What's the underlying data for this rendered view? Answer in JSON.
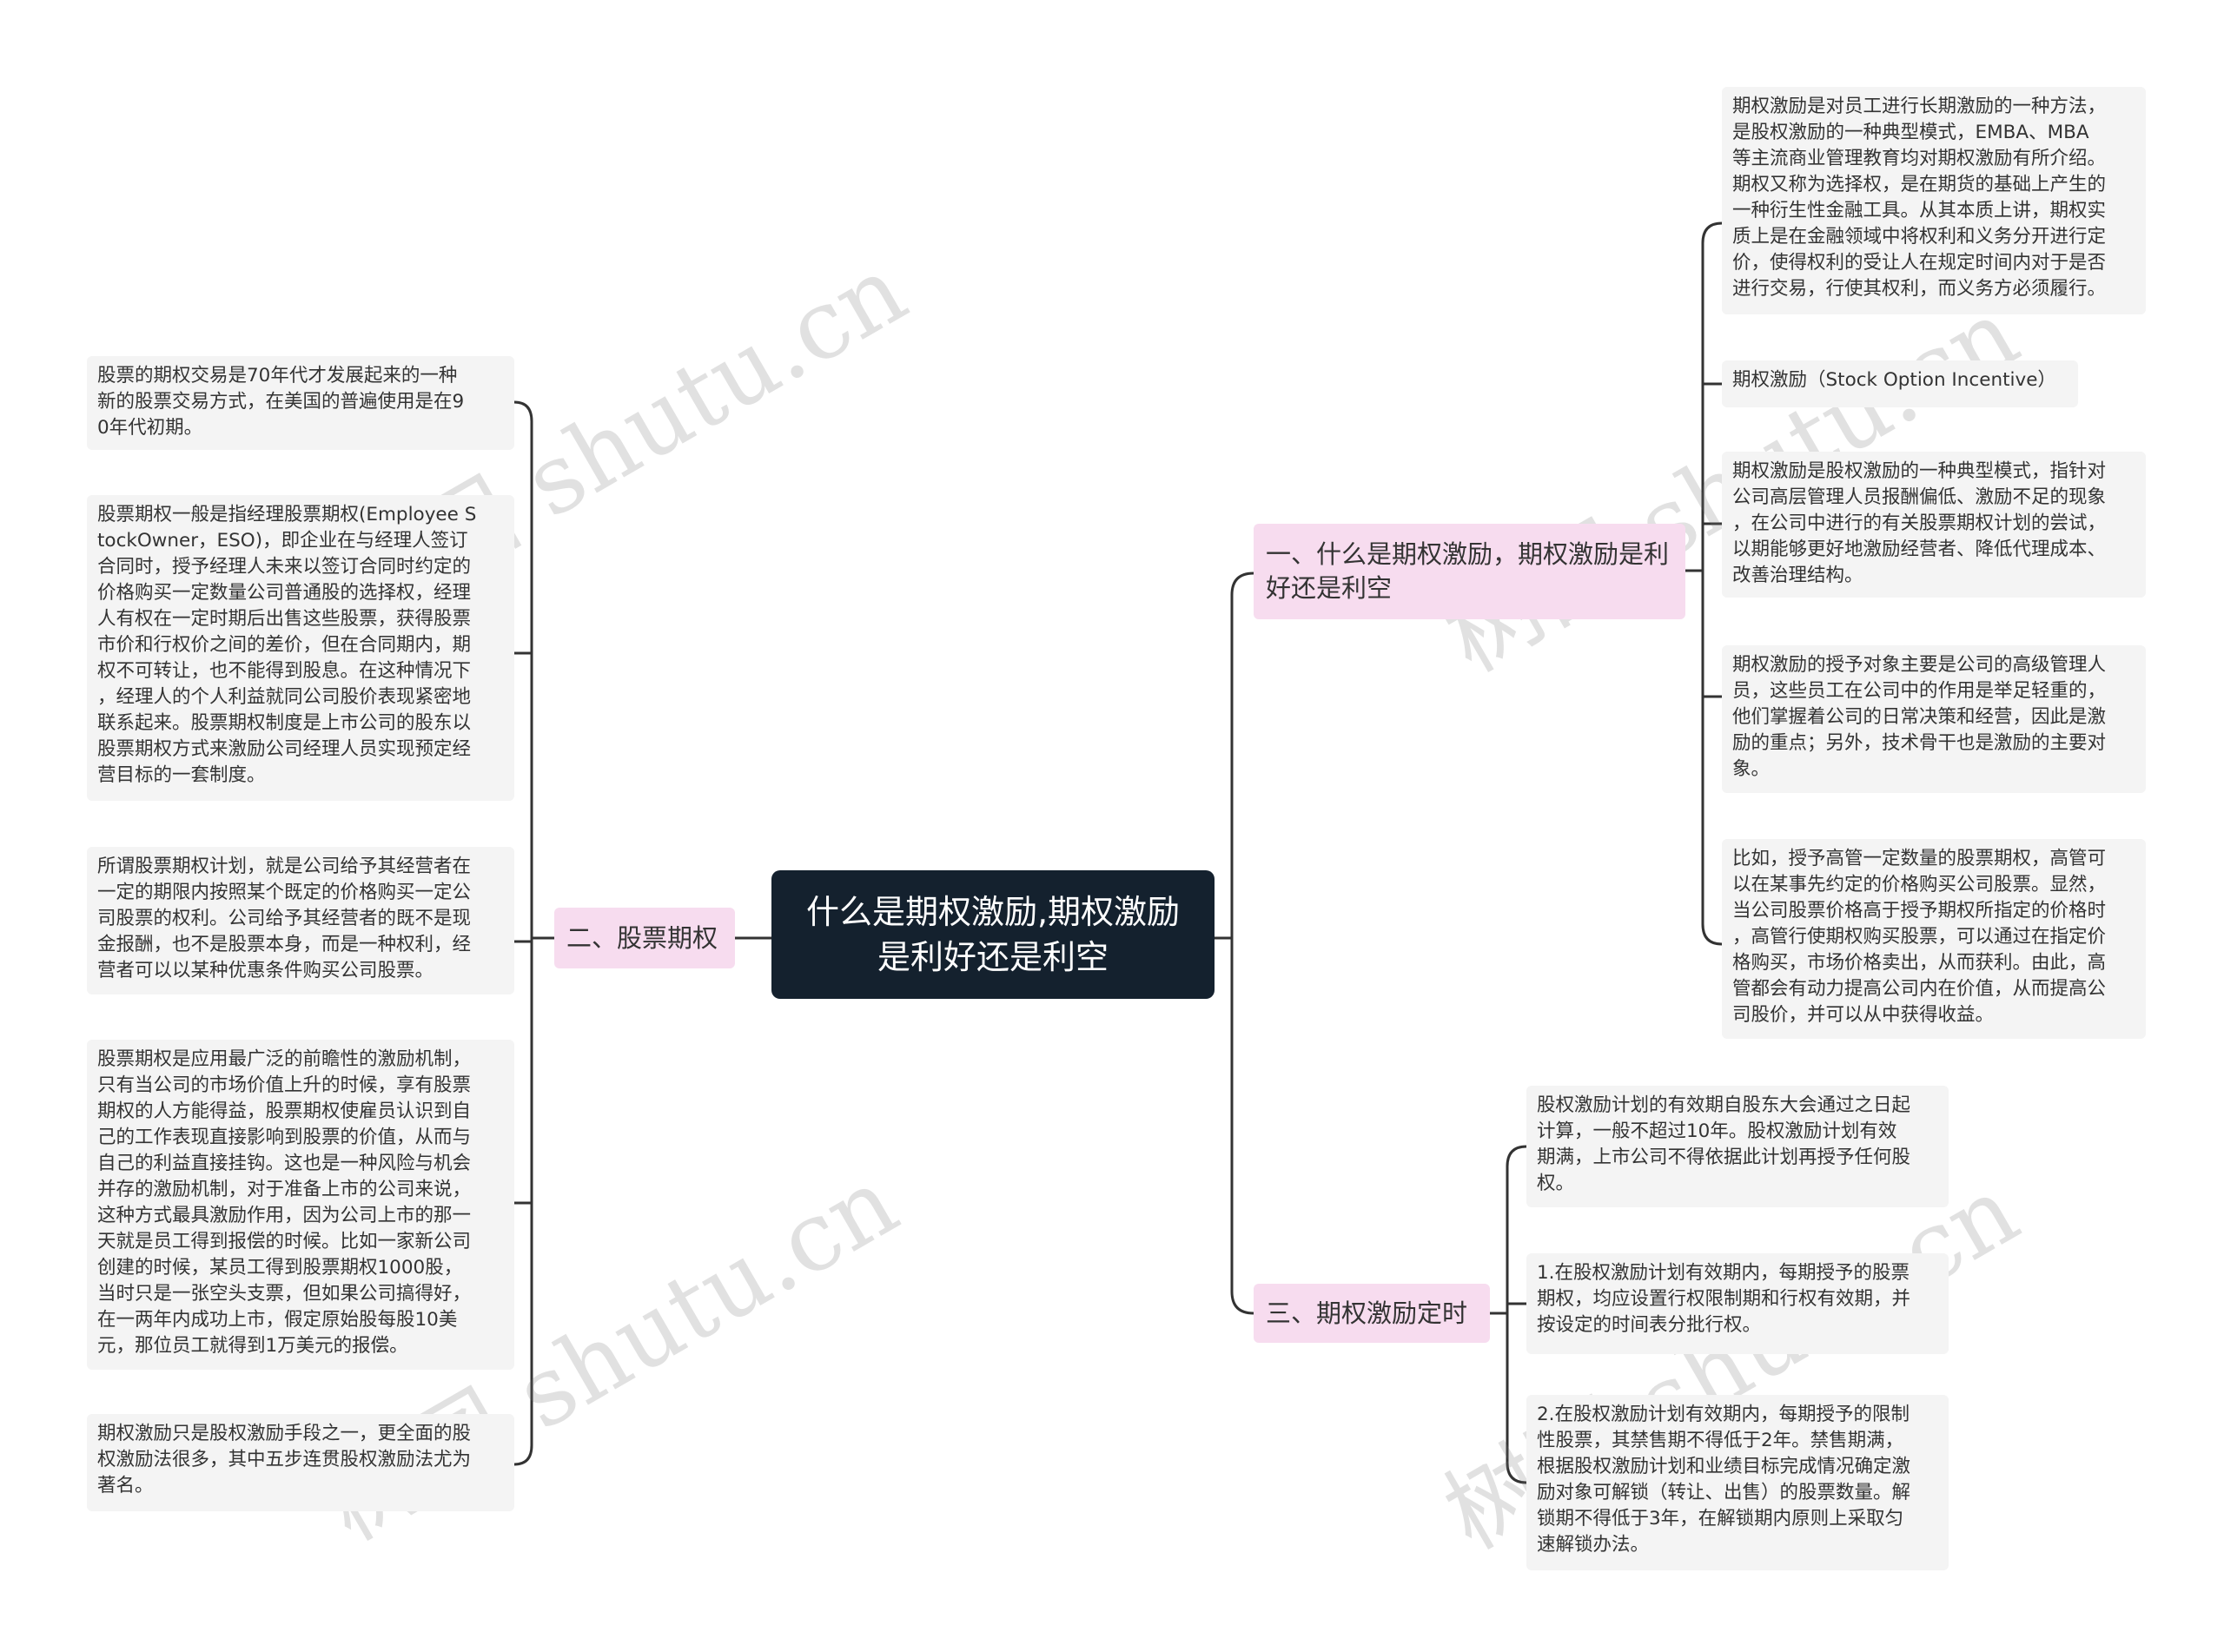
{
  "root": {
    "title": "什么是期权激励,期权激励\n是利好还是利空"
  },
  "watermark": "树图 shutu.cn",
  "colors": {
    "root_bg": "#14212e",
    "branch_bg": "#f7dcef",
    "leaf_bg": "#f4f4f4",
    "line": "#333333"
  },
  "branches": {
    "b1": {
      "label": "一、什么是期权激励，期权激励是利好还是利空",
      "leaves": [
        "期权激励是对员工进行长期激励的一种方法，\n是股权激励的一种典型模式，EMBA、MBA\n等主流商业管理教育均对期权激励有所介绍。\n期权又称为选择权，是在期货的基础上产生的\n一种衍生性金融工具。从其本质上讲，期权实\n质上是在金融领域中将权利和义务分开进行定\n价，使得权利的受让人在规定时间内对于是否\n进行交易，行使其权利，而义务方必须履行。",
        "期权激励（Stock Option Incentive）",
        "期权激励是股权激励的一种典型模式，指针对\n公司高层管理人员报酬偏低、激励不足的现象\n，在公司中进行的有关股票期权计划的尝试，\n以期能够更好地激励经营者、降低代理成本、\n改善治理结构。",
        "期权激励的授予对象主要是公司的高级管理人\n员，这些员工在公司中的作用是举足轻重的，\n他们掌握着公司的日常决策和经营，因此是激\n励的重点；另外，技术骨干也是激励的主要对\n象。",
        "比如，授予高管一定数量的股票期权，高管可\n以在某事先约定的价格购买公司股票。显然，\n当公司股票价格高于授予期权所指定的价格时\n，高管行使期权购买股票，可以通过在指定价\n格购买，市场价格卖出，从而获利。由此，高\n管都会有动力提高公司内在价值，从而提高公\n司股价，并可以从中获得收益。"
      ]
    },
    "b2": {
      "label": "二、股票期权",
      "leaves": [
        "股票的期权交易是70年代才发展起来的一种\n新的股票交易方式，在美国的普遍使用是在9\n0年代初期。",
        "股票期权一般是指经理股票期权(Employee S\ntockOwner，ESO)，即企业在与经理人签订\n合同时，授予经理人未来以签订合同时约定的\n价格购买一定数量公司普通股的选择权，经理\n人有权在一定时期后出售这些股票，获得股票\n市价和行权价之间的差价，但在合同期内，期\n权不可转让，也不能得到股息。在这种情况下\n，经理人的个人利益就同公司股价表现紧密地\n联系起来。股票期权制度是上市公司的股东以\n股票期权方式来激励公司经理人员实现预定经\n营目标的一套制度。",
        "所谓股票期权计划，就是公司给予其经营者在\n一定的期限内按照某个既定的价格购买一定公\n司股票的权利。公司给予其经营者的既不是现\n金报酬，也不是股票本身，而是一种权利，经\n营者可以以某种优惠条件购买公司股票。",
        "股票期权是应用最广泛的前瞻性的激励机制，\n只有当公司的市场价值上升的时候，享有股票\n期权的人方能得益，股票期权使雇员认识到自\n己的工作表现直接影响到股票的价值，从而与\n自己的利益直接挂钩。这也是一种风险与机会\n并存的激励机制，对于准备上市的公司来说，\n这种方式最具激励作用，因为公司上市的那一\n天就是员工得到报偿的时候。比如一家新公司\n创建的时候，某员工得到股票期权1000股，\n当时只是一张空头支票，但如果公司搞得好，\n在一两年内成功上市，假定原始股每股10美\n元，那位员工就得到1万美元的报偿。",
        "期权激励只是股权激励手段之一，更全面的股\n权激励法很多，其中五步连贯股权激励法尤为\n著名。"
      ]
    },
    "b3": {
      "label": "三、期权激励定时",
      "leaves": [
        "股权激励计划的有效期自股东大会通过之日起\n计算，一般不超过10年。股权激励计划有效\n期满，上市公司不得依据此计划再授予任何股\n权。",
        "1.在股权激励计划有效期内，每期授予的股票\n期权，均应设置行权限制期和行权有效期，并\n按设定的时间表分批行权。",
        "2.在股权激励计划有效期内，每期授予的限制\n性股票，其禁售期不得低于2年。禁售期满，\n根据股权激励计划和业绩目标完成情况确定激\n励对象可解锁（转让、出售）的股票数量。解\n锁期不得低于3年，在解锁期内原则上采取匀\n速解锁办法。"
      ]
    }
  }
}
